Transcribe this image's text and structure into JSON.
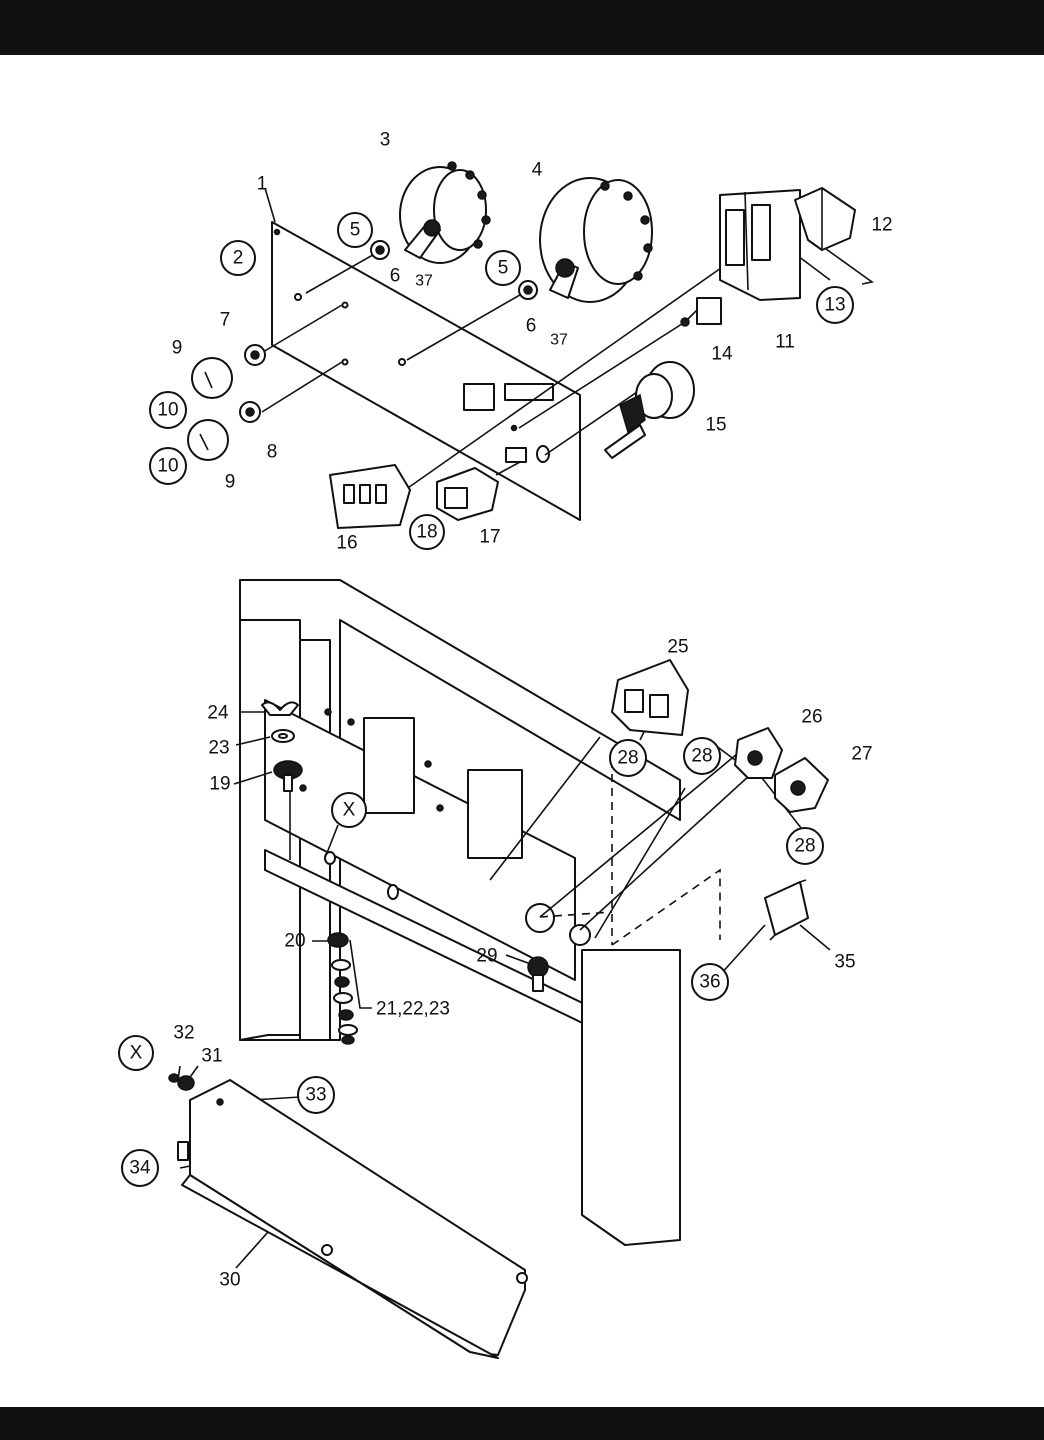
{
  "callouts": [
    {
      "id": "1",
      "circled": false
    },
    {
      "id": "2",
      "circled": true
    },
    {
      "id": "3",
      "circled": false
    },
    {
      "id": "4",
      "circled": false
    },
    {
      "id": "5a",
      "label": "5",
      "circled": true
    },
    {
      "id": "5b",
      "label": "5",
      "circled": true
    },
    {
      "id": "6a",
      "label": "6",
      "circled": false
    },
    {
      "id": "6b",
      "label": "6",
      "circled": false
    },
    {
      "id": "37a",
      "label": "37",
      "circled": false
    },
    {
      "id": "37b",
      "label": "37",
      "circled": false
    },
    {
      "id": "7",
      "circled": false
    },
    {
      "id": "8",
      "circled": false
    },
    {
      "id": "9a",
      "label": "9",
      "circled": false
    },
    {
      "id": "9b",
      "label": "9",
      "circled": false
    },
    {
      "id": "10a",
      "label": "10",
      "circled": true
    },
    {
      "id": "10b",
      "label": "10",
      "circled": true
    },
    {
      "id": "11",
      "circled": false
    },
    {
      "id": "12",
      "circled": false
    },
    {
      "id": "13",
      "circled": true
    },
    {
      "id": "14",
      "circled": false
    },
    {
      "id": "15",
      "circled": false
    },
    {
      "id": "16",
      "circled": false
    },
    {
      "id": "17",
      "circled": false
    },
    {
      "id": "18",
      "circled": true
    },
    {
      "id": "19",
      "circled": false
    },
    {
      "id": "20",
      "circled": false
    },
    {
      "id": "21-22-23",
      "label": "21,22,23",
      "circled": false
    },
    {
      "id": "23",
      "circled": false
    },
    {
      "id": "24",
      "circled": false
    },
    {
      "id": "25",
      "circled": false
    },
    {
      "id": "26",
      "circled": false
    },
    {
      "id": "27",
      "circled": false
    },
    {
      "id": "28a",
      "label": "28",
      "circled": true
    },
    {
      "id": "28b",
      "label": "28",
      "circled": true
    },
    {
      "id": "28c",
      "label": "28",
      "circled": true
    },
    {
      "id": "29",
      "circled": false
    },
    {
      "id": "30",
      "circled": false
    },
    {
      "id": "31",
      "circled": false
    },
    {
      "id": "32",
      "circled": false
    },
    {
      "id": "33",
      "circled": true
    },
    {
      "id": "34",
      "circled": true
    },
    {
      "id": "35",
      "circled": false
    },
    {
      "id": "36",
      "circled": true
    },
    {
      "id": "Xa",
      "label": "X",
      "circled": true
    },
    {
      "id": "Xb",
      "label": "X",
      "circled": true
    }
  ]
}
